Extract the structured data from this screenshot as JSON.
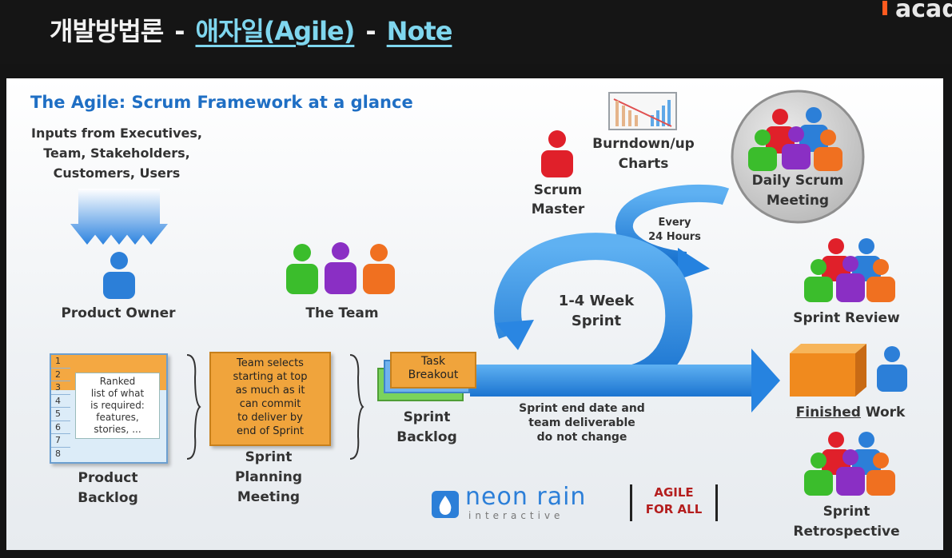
{
  "header": {
    "title_prefix": "개발방법론",
    "sep1": "-",
    "link1": "애자일(Agile)",
    "sep2": "-",
    "link2": "Note",
    "brand": "acad"
  },
  "slide": {
    "title": "The Agile: Scrum Framework at a glance",
    "inputs": [
      "Inputs from Executives,",
      "Team, Stakeholders,",
      "Customers, Users"
    ],
    "product_owner": "Product Owner",
    "the_team": "The Team",
    "scrum_master": [
      "Scrum",
      "Master"
    ],
    "burndown": [
      "Burndown/up",
      "Charts"
    ],
    "daily_scrum": [
      "Daily Scrum",
      "Meeting"
    ],
    "every_24": [
      "Every",
      "24 Hours"
    ],
    "sprint_length": [
      "1-4 Week",
      "Sprint"
    ],
    "sprint_review": "Sprint Review",
    "finished_work_underlined": "Finished",
    "finished_work_rest": " Work",
    "sprint_retrospective": [
      "Sprint",
      "Retrospective"
    ],
    "product_backlog": [
      "Product",
      "Backlog"
    ],
    "backlog_numbers": [
      "1",
      "2",
      "3",
      "4",
      "5",
      "6",
      "7",
      "8"
    ],
    "backlog_note": [
      "Ranked",
      "list of what",
      "is required:",
      "features,",
      "stories, ..."
    ],
    "planning_note": [
      "Team selects",
      "starting at top",
      "as much as it",
      "can commit",
      "to deliver by",
      "end of Sprint"
    ],
    "sprint_planning": [
      "Sprint",
      "Planning",
      "Meeting"
    ],
    "task_breakout": [
      "Task",
      "Breakout"
    ],
    "sprint_backlog": [
      "Sprint",
      "Backlog"
    ],
    "sprint_end_note": [
      "Sprint end date and",
      "team deliverable",
      "do not change"
    ],
    "logo_neon": "neon rain",
    "logo_neon_sub": "interactive",
    "logo_agile": [
      "AGILE",
      "FOR ALL"
    ]
  },
  "colors": {
    "header_link": "#7fd6ee",
    "title_blue": "#1f6fc4",
    "arrow_blue": "#2d8de3",
    "note_orange": "#f0a43c",
    "person_red": "#e0202a",
    "person_green": "#3bbd2c",
    "person_purple": "#8a2fc4",
    "person_orange": "#f07020",
    "person_blue": "#2c7fd8"
  }
}
